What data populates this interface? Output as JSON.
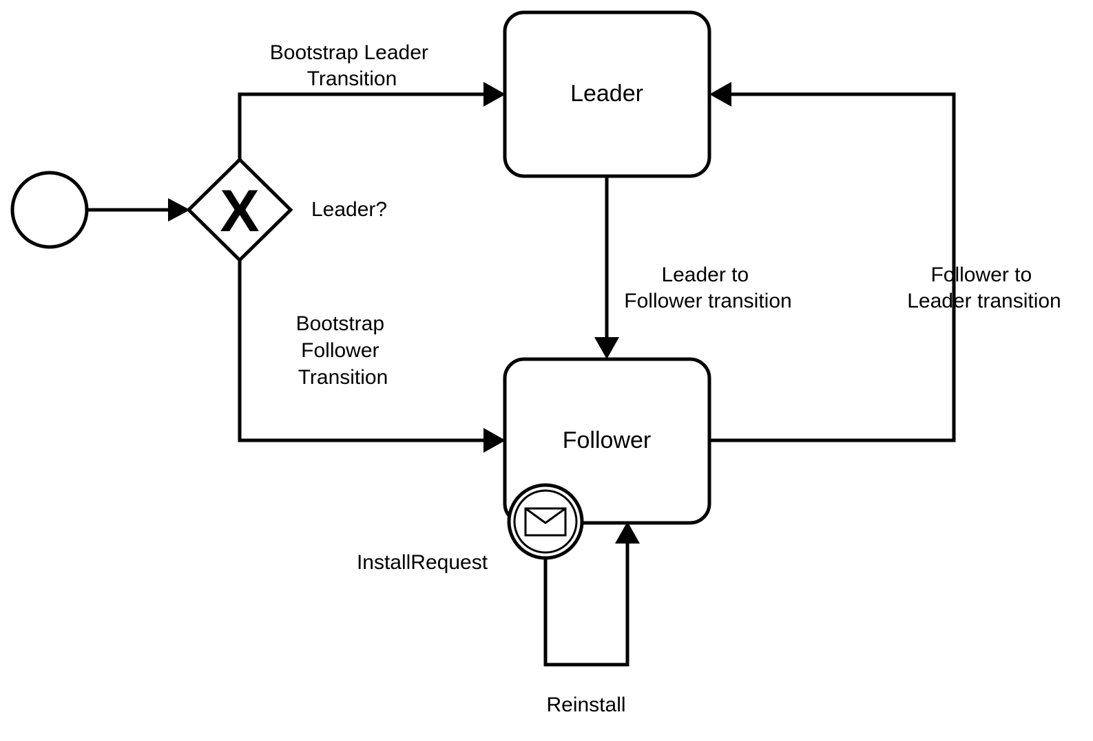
{
  "nodes": {
    "leader": {
      "label": "Leader"
    },
    "follower": {
      "label": "Follower"
    },
    "gateway": {
      "label": "Leader?",
      "marker": "X"
    }
  },
  "events": {
    "start": {
      "icon": "start-event-circle-icon"
    },
    "boundary": {
      "label": "InstallRequest",
      "icon": "envelope-icon"
    }
  },
  "edges": {
    "bootstrap_leader": {
      "lines": [
        "Bootstrap Leader",
        "Transition"
      ]
    },
    "bootstrap_follower": {
      "lines": [
        "Bootstrap",
        "Follower",
        "Transition"
      ]
    },
    "leader_to_follower": {
      "lines": [
        "Leader to",
        "Follower transition"
      ]
    },
    "follower_to_leader": {
      "lines": [
        "Follower to",
        "Leader transition"
      ]
    },
    "reinstall": {
      "label": "Reinstall"
    }
  },
  "colors": {
    "stroke": "#000000",
    "background": "#ffffff"
  }
}
